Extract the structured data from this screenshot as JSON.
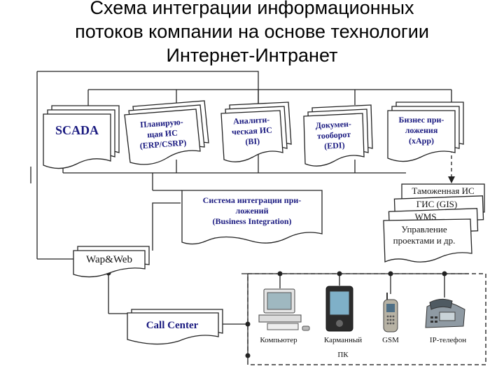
{
  "title": {
    "line1": "Схема  интеграции  информационных",
    "line2": "потоков  компании  на  основе  технологии",
    "line3": "Интернет-Интранет"
  },
  "systems": [
    {
      "lines": [
        "SCADA"
      ]
    },
    {
      "lines": [
        "Планирую-",
        "щая ИС",
        "(ERP/CSRP)"
      ]
    },
    {
      "lines": [
        "Аналити-",
        "ческая ИС",
        "(BI)"
      ]
    },
    {
      "lines": [
        "Докумен-",
        "тооборот",
        "(EDI)"
      ]
    },
    {
      "lines": [
        "Бизнес при-",
        "ложения",
        "(xApp)"
      ]
    }
  ],
  "integration": {
    "lines": [
      "Система интеграции при-",
      "ложений",
      "(Business Integration)"
    ]
  },
  "apps_stack": [
    {
      "lines": [
        "Таможенная ИС"
      ]
    },
    {
      "lines": [
        "ГИС (GIS)"
      ]
    },
    {
      "lines": [
        "WMS"
      ]
    },
    {
      "lines": [
        "Управление",
        "проектами и др."
      ]
    }
  ],
  "wapweb": {
    "label": "Wap&Web"
  },
  "callcenter": {
    "label": "Call Center"
  },
  "devices": [
    {
      "label": "Компьютер",
      "icon": "computer-icon"
    },
    {
      "label": "Карманный",
      "label2": "ПК",
      "icon": "pda-icon"
    },
    {
      "label": "GSM",
      "icon": "mobile-phone-icon"
    },
    {
      "label": "IP-телефон",
      "icon": "ip-phone-icon"
    }
  ]
}
